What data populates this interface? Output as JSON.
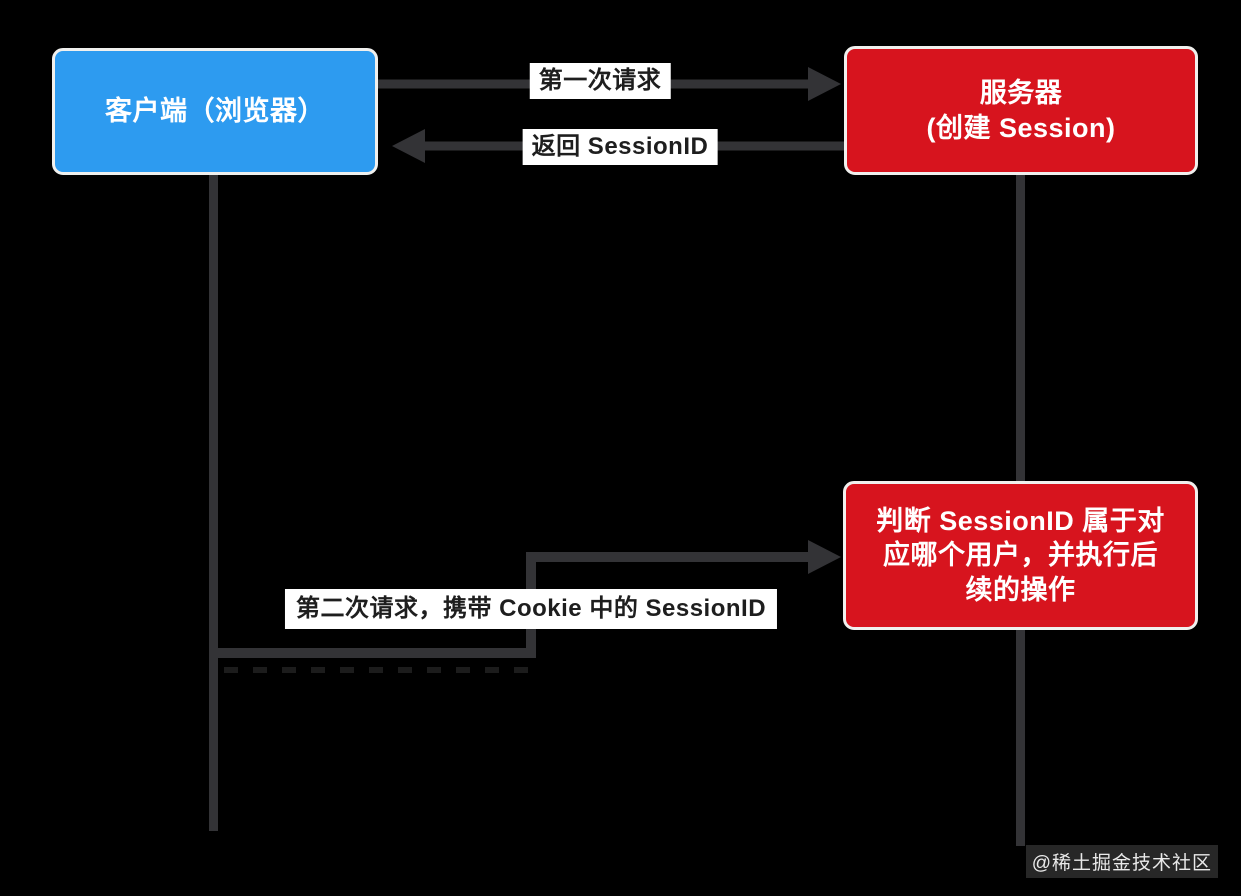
{
  "diagram": {
    "background_color": "#000000",
    "line_color": "#333336",
    "nodes": {
      "client": {
        "label": "客户端（浏览器）",
        "color": "#2d9bf0"
      },
      "server": {
        "lines": [
          "服务器",
          "(创建 Session)"
        ],
        "color": "#d7141e"
      },
      "judge": {
        "lines": [
          "判断 SessionID 属于对",
          "应哪个用户，并执行后",
          "续的操作"
        ],
        "color": "#d7141e"
      }
    },
    "edges": {
      "first_request": {
        "label": "第一次请求"
      },
      "return_sessionid": {
        "label": "返回 SessionID"
      },
      "second_request": {
        "label": "第二次请求，携带 Cookie 中的 SessionID"
      }
    },
    "watermark": "@稀土掘金技术社区"
  }
}
